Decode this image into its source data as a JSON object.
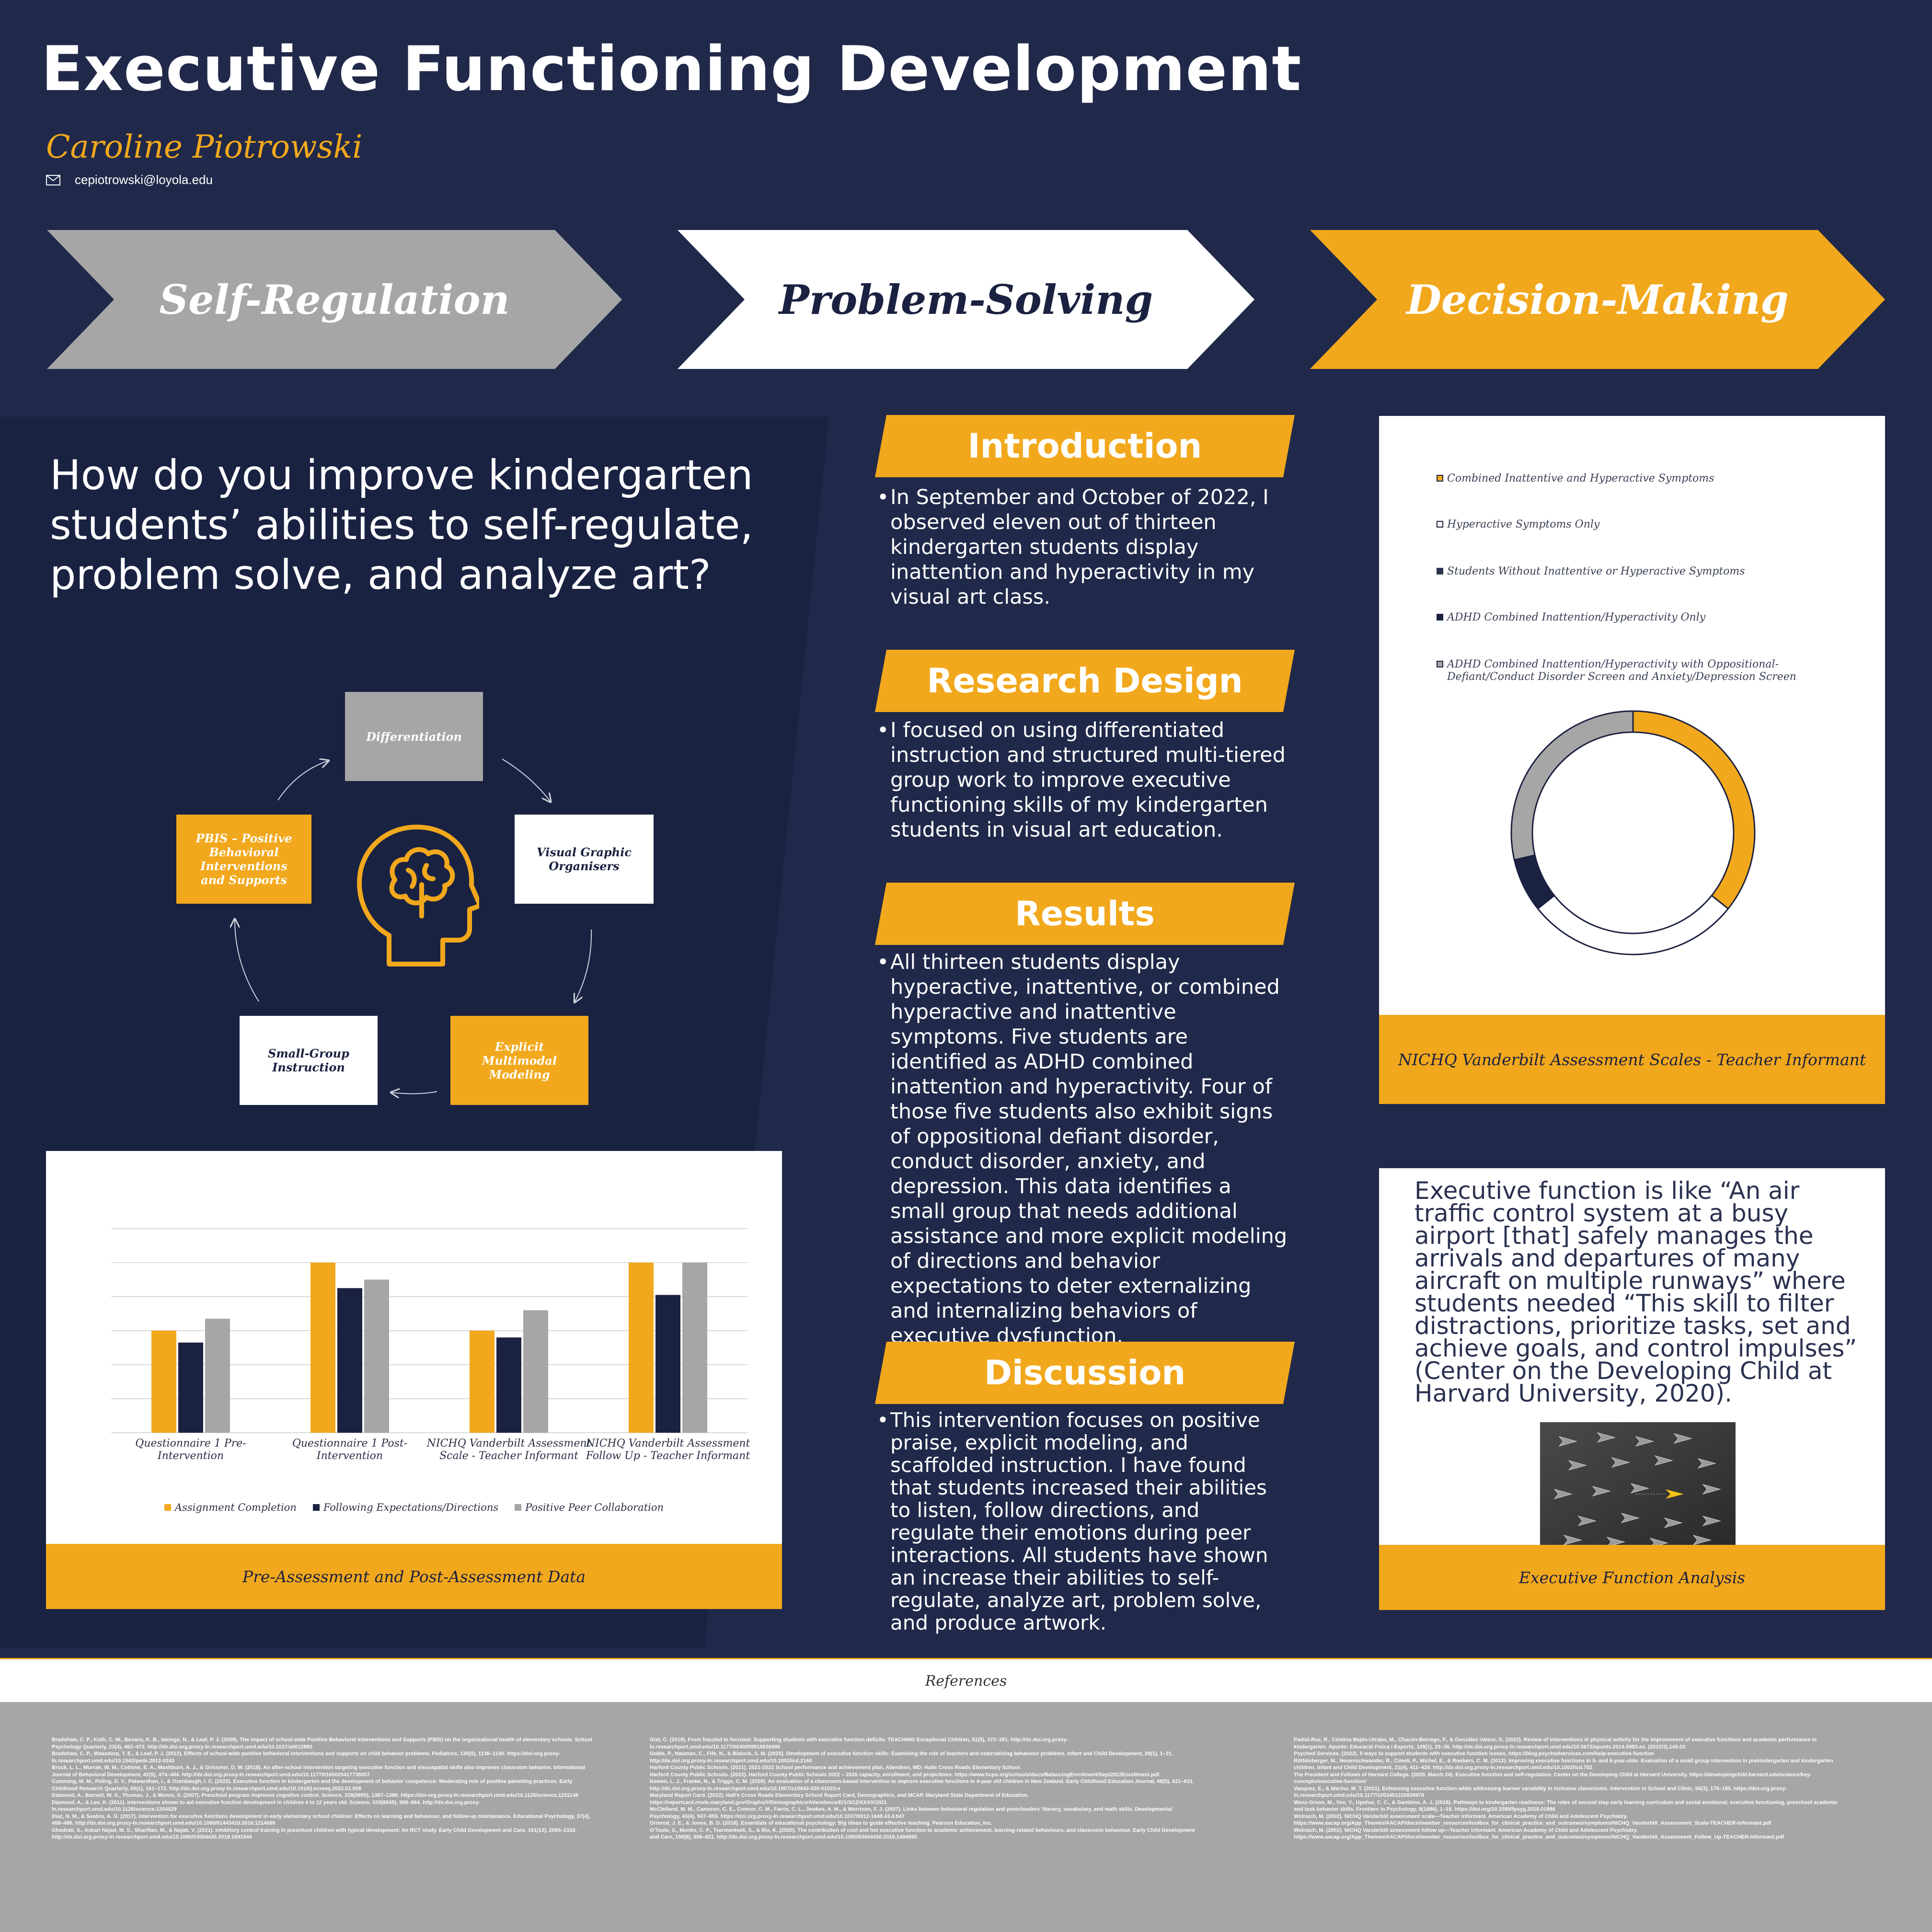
{
  "header": {
    "title": "Executive Functioning Development",
    "author": "Caroline Piotrowski",
    "email": "cepiotrowski@loyola.edu"
  },
  "chevrons": [
    {
      "label": "Self-Regulation",
      "color": "#a6a6a6",
      "text_color": "#ffffff"
    },
    {
      "label": "Problem-Solving",
      "color": "#ffffff",
      "text_color": "#1b2140"
    },
    {
      "label": "Decision-Making",
      "color": "#f2a81c",
      "text_color": "#ffffff"
    }
  ],
  "question": "How do you improve kindergarten students’ abilities to self-regulate, problem solve, and analyze art?",
  "cycle": {
    "differentiation": "Differentiation",
    "visual": "Visual Graphic Organisers",
    "explicit": "Explicit Multimodal Modeling",
    "small_group": "Small-Group Instruction",
    "pbis": "PBIS – Positive Behavioral Interventions and Supports"
  },
  "sections": {
    "introduction": {
      "heading": "Introduction",
      "text": "In September and October of 2022, I observed eleven out of thirteen kindergarten students display inattention and hyperactivity in my visual art class."
    },
    "research_design": {
      "heading": "Research Design",
      "text": "I focused on using differentiated instruction and structured multi-tiered group work to improve executive functioning skills of my kindergarten students in visual art education."
    },
    "results": {
      "heading": "Results",
      "text": "All thirteen students display hyperactive, inattentive, or combined hyperactive and inattentive symptoms. Five students are identified as ADHD combined inattention and hyperactivity. Four of those five students also exhibit signs of oppositional defiant disorder, conduct disorder, anxiety, and depression. This data identifies a small group that needs additional assistance and more explicit modeling of directions and behavior expectations to deter externalizing and internalizing behaviors of executive dysfunction."
    },
    "discussion": {
      "heading": "Discussion",
      "text": "This intervention focuses on positive praise, explicit modeling, and scaffolded instruction. I have found that students increased their abilities to listen, follow directions, and regulate their emotions during peer interactions.  All students have shown an increase their abilities to self-regulate, analyze art, problem solve, and produce artwork."
    }
  },
  "pie_card": {
    "caption": "NICHQ Vanderbilt Assessment Scales - Teacher Informant"
  },
  "bar_card": {
    "caption": "Pre-Assessment and Post-Assessment Data"
  },
  "quote_card": {
    "quote": "Executive function is like “An air traffic control system at a busy airport [that] safely manages the arrivals and departures of many aircraft on multiple runways” where students needed “This skill to filter distractions, prioritize tasks, set and achieve goals, and control impulses” (Center on the Developing Child at Harvard University, 2020).",
    "caption": "Executive Function Analysis"
  },
  "chart_data": [
    {
      "type": "pie",
      "labels": [
        "Combined Inattentive and Hyperactive Symptoms",
        "Hyperactive Symptoms Only",
        "Students Without Inattentive or Hyperactive Symptoms",
        "ADHD Combined Inattention/Hyperactivity Only",
        "ADHD Combined Inattention/Hyperactivity with Oppositional-Defiant/Conduct Disorder Screen and Anxiety/Depression Screen"
      ],
      "values": [
        5,
        4,
        0,
        1,
        4
      ],
      "colors": [
        "#f2a81c",
        "#ffffff",
        "#2e3350",
        "#1b2140",
        "#a6a6a6"
      ],
      "legend": "top"
    },
    {
      "type": "bar",
      "categories": [
        "Questionnaire 1 Pre-Intervention",
        "Questionnaire 1 Post-Intervention",
        "NICHQ Vanderbilt Assessment Scale - Teacher Informant",
        "NICHQ Vanderbilt Assessment Follow Up - Teacher Informant"
      ],
      "series": [
        {
          "name": "Assignment Completion",
          "color": "#f2a81c",
          "values": [
            3,
            5,
            3,
            5
          ]
        },
        {
          "name": "Following Expectations/Directions",
          "color": "#1b2140",
          "values": [
            2.65,
            4.25,
            2.8,
            4.05
          ]
        },
        {
          "name": "Positive Peer Collaboration",
          "color": "#a6a6a6",
          "values": [
            3.35,
            4.5,
            3.6,
            5
          ]
        }
      ],
      "ylim": [
        0,
        6
      ],
      "grid": true,
      "legend": "bottom"
    }
  ],
  "references": {
    "heading": "References",
    "col1": [
      "Bradshaw, C. P., Koth, C. W., Bevans, K. B., Ialongo, N., & Leaf, P. J. (2008). The impact of school-wide Positive Behavioral Interventions and Supports (PBIS) on the organizational health of elementary schools. School Psychology Quarterly, 23(4), 462–473. http://dx.doi.org.proxy-ln.researchport.umd.edu/10.1037/a0012883",
      "Bradshaw, C. P., Waasdorp, T. E., & Leaf, P. J. (2012). Effects of school-wide positive behavioral interventions and supports on child behavior problems. Pediatrics, 130(5), 1136–1145. https://doi-org.proxy-ln.researchport.umd.edu/10.1542/peds.2012-0243",
      "Brock, L. L., Murrah, W. M., Cottone, E. A., Mashburn, A. J., & Grissmer, D. W. (2018). An after-school intervention targeting executive function and visuospatial skills also improves classroom behavior. International Journal of Behavioral Development, 42(5), 474–484. http://dx.doi.org.proxy-ln.researchport.umd.edu/10.1177/0165025417738057",
      "Cumming, M. M., Poling, D. V., Patwardhan, I., & Ozenbaugh, I. C. (2022). Executive function in kindergarten and the development of behavior competence: Moderating role of positive parenting practices. Early Childhood Research Quarterly, 60(1), 161–172. http://dx.doi.org.proxy-ln.researchport.umd.edu/10.1016/j.ecresq.2022.01.008",
      "Diamond, A., Barnett, W. S., Thomas, J., & Munro, S. (2007). Preschool program improves cognitive control. Science, 318(5855), 1387–1388. https://doi-org.proxy-ln.researchport.umd.edu/10.1126/science.1151148",
      "Diamond, A., & Lee, K. (2011). Interventions shown to aid executive function development in children 4 to 12 years old. Science, 333(6045), 959–964. http://dx.doi.org.proxy-ln.researchport.umd.edu/10.1126/science.1204529",
      "Diaz, N. M., & Seabra, A. G. (2017). Intervention for executive functions development in early elementary school children: Effects on learning and behaviour, and follow-up maintenance. Educational Psychology, 37(4), 468–486. http://dx.doi.org.proxy-ln.researchport.umd.edu/10.1080/01443410.2016.1214686",
      "Ghodrati, S., Askari Nejad, M. S., Sharifian, M., & Nejati, V. (2021). Inhibitory control training in preschool children with typical development: An RCT study. Early Child Development and Care, 191(13), 2093–2102. http://dx.doi.org.proxy-ln.researchport.umd.edu/10.1080/03004430.2019.1691544"
    ],
    "col2": [
      "Gist, C. (2019). From frazzled to focused: Supporting students with executive function deficits. TEACHING Exceptional Children, 51(5), 372–381. http://dx.doi.org.proxy-ln.researchport.umd.edu/10.1177/0040059919836990",
      "Goble, P., Nauman, C., Fife, N., & Blalock, S. M. (2020). Development of executive function skills: Examining the role of teachers and externalizing behaviour problems. Infant and Child Development, 29(1), 1–21. http://dx.doi.org.proxy-ln.researchport.umd.edu/10.1002/icd.2160",
      "Harford County Public Schools. (2021). 2021-2022 School performance and achievement plan. Aberdeen, MD: Halls Cross Roads Elementary School.",
      "Harford County Public Schools. (2022). Harford County Public Schools 2022 – 2026 capacity, enrollment, and projections. https://www.hcps.org/schools/docs/BalancingEnrollment/Sept2022Enrollment.pdf.",
      "Keown, L. J., Franke, N., & Triggs, C. M. (2020). An evaluation of a classroom-based intervention to improve executive functions in 4-year old children in New Zealand. Early Childhood Education Journal, 48(5), 621–631. http://dx.doi.org.proxy-ln.researchport.umd.edu/10.1007/s10643-020-01023-x",
      "Maryland Report Card. (2022). Hall's Cross Roads Elementary School Report Card, Demographics, and MCAP. Maryland State Department of Education. https://reportcard.msde.maryland.gov/Graphs/#/Demographics/Attendance/E/1/3/12/XXXX/2021",
      "McClelland, M. M., Cameron, C. E., Connor, C. M., Farris, C. L., Jewkes, A. M., & Morrison, F. J. (2007). Links between behavioral regulation and preschoolers' literacy, vocabulary, and math skills. Developmental Psychology, 43(4), 947–959. https://doi.org.proxy-ln.researchport.umd.edu/10.1037/0012-1649.43.4.947",
      "Ormrod, J. E., & Jones, B. D. (2018). Essentials of educational psychology: Big ideas to guide effective teaching. Pearson Education, Inc.",
      "O'Toole, S., Monks, C. P., Tsermentseli, S., & Rix, K. (2020). The contribution of cool and hot executive function to academic achievement, learning-related behaviours, and classroom behaviour. Early Child Development and Care, 190(6), 806–821. http://dx.doi.org.proxy-ln.researchport.umd.edu/10.1080/03004430.2018.1494595"
    ],
    "col3": [
      "Padial-Ruz, R., Cristina Bejón-Utrabo, M., Chacón-Borrego, F., & González-Valero, G. (2022). Review of interventions in physical activity for the improvement of executive functions and academic performance in kindergarten. Apunts: Educació Física i Esports, 149(1), 23–36. http://dx.doi.org.proxy-ln.researchport.umd.edu/10.5672/apunts.2014-0983.es. (2022/3).149.03",
      "Psyched Services. (2022). 5 ways to support students with executive function issues. https://blog.psychedservices.com/help-executive-function",
      "Röthlisberger, M., Neuenschwander, R., Cimeli, P., Michel, E., & Roebers, C. M. (2012). Improving executive functions in 5- and 6-year-olds: Evaluation of a small group intervention in prekindergarten and kindergarten children. Infant and Child Development, 21(4), 411–429. http://dx.doi.org.proxy-ln.researchport.umd.edu/10.1002/icd.752",
      "The President and Fellows of Harvard College. (2020, March 24). Executive function and self-regulation. Center on the Developing Child at Harvard University. https://developingchild.harvard.edu/science/key-concepts/executive-function/",
      "Vasquez, E., & Marino, M. T. (2021). Enhancing executive function while addressing learner variability in inclusive classrooms. Intervention in School and Clinic, 56(3), 178–185. https://doi-org.proxy-ln.researchport.umd.edu/10.1177/1053451220928978",
      "Wenz-Gross, M., Yoo, Y., Upshur, C. C., & Gambino, A. J. (2018). Pathways to kindergarten readiness: The roles of second step early learning curriculum and social emotional, executive functioning, preschool academic and task behavior skills. Frontiers in Psychology, 9(1886), 1–18. https://doi.org/10.3389/fpsyg.2018.01886",
      "Wolraich, M. (2002). NICHQ Vanderbilt assessment scale—Teacher informant. American Academy of Child and Adolescent Psychiatry. https://www.aacap.org/App_Themes/AACAP/docs/member_resources/toolbox_for_clinical_practice_and_outcomes/symptoms/NICHQ_Vanderbilt_Assessment_Scale-TEACHER-Informant.pdf",
      "Wolraich, M. (2002). NICHQ Vanderbilt assessment follow up—Teacher informant. American Academy of Child and Adolescent Psychiatry. https://www.aacap.org/App_Themes/AACAP/docs/member_resources/toolbox_for_clinical_practice_and_outcomes/symptoms/NICHQ_Vanderbilt_Assessment_Follow_Up-TEACHER-Informant.pdf"
    ]
  }
}
